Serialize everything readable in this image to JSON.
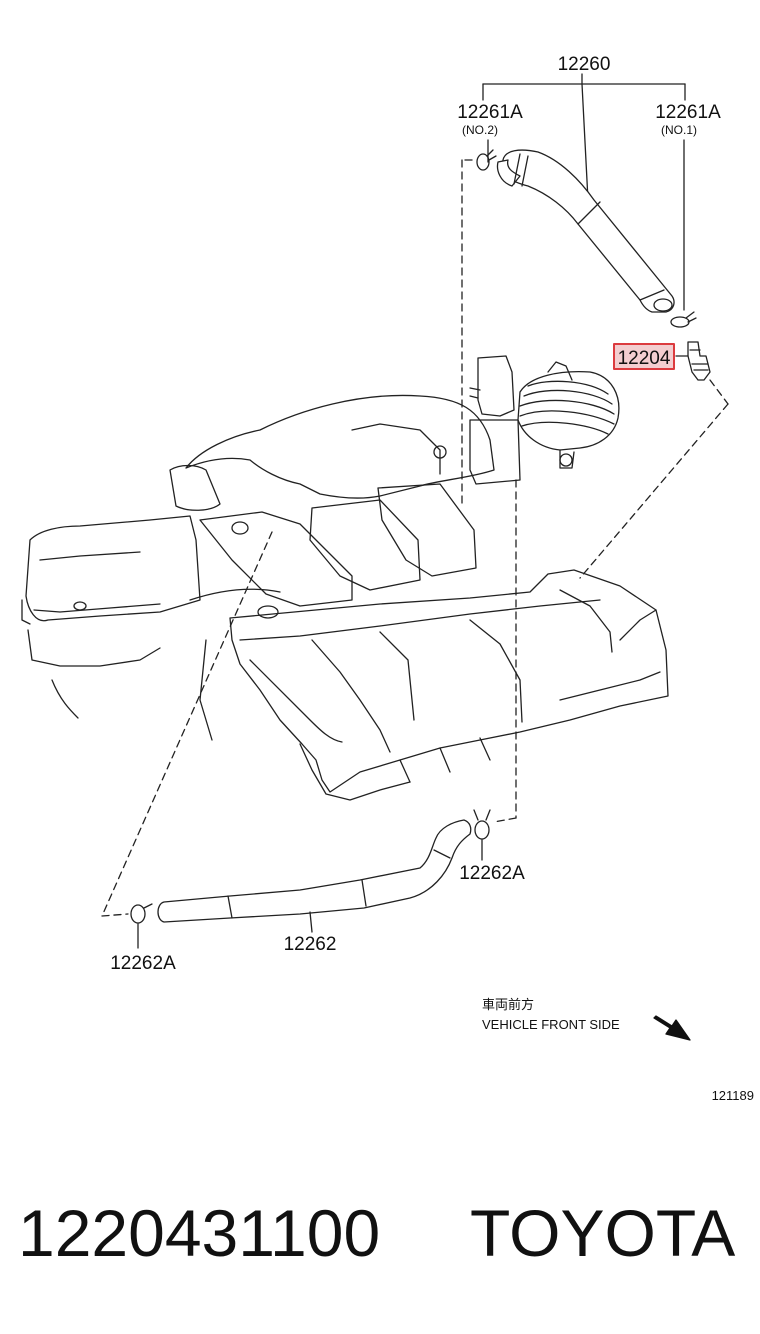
{
  "diagram": {
    "labels": {
      "assembly": "12260",
      "clamp_no2_code": "12261A",
      "clamp_no2_note": "(NO.2)",
      "clamp_no1_code": "12261A",
      "clamp_no1_note": "(NO.1)",
      "valve": "12204",
      "hose_lower": "12262",
      "clamp_lower_right": "12262A",
      "clamp_lower_left": "12262A"
    },
    "direction": {
      "jp": "車両前方",
      "en": "VEHICLE FRONT SIDE"
    },
    "figure_code": "121189",
    "highlight_color": "#d9262b",
    "highlight_fill": "#f2c9cb"
  },
  "footer": {
    "part_number": "1220431100",
    "brand": "TOYOTA"
  }
}
